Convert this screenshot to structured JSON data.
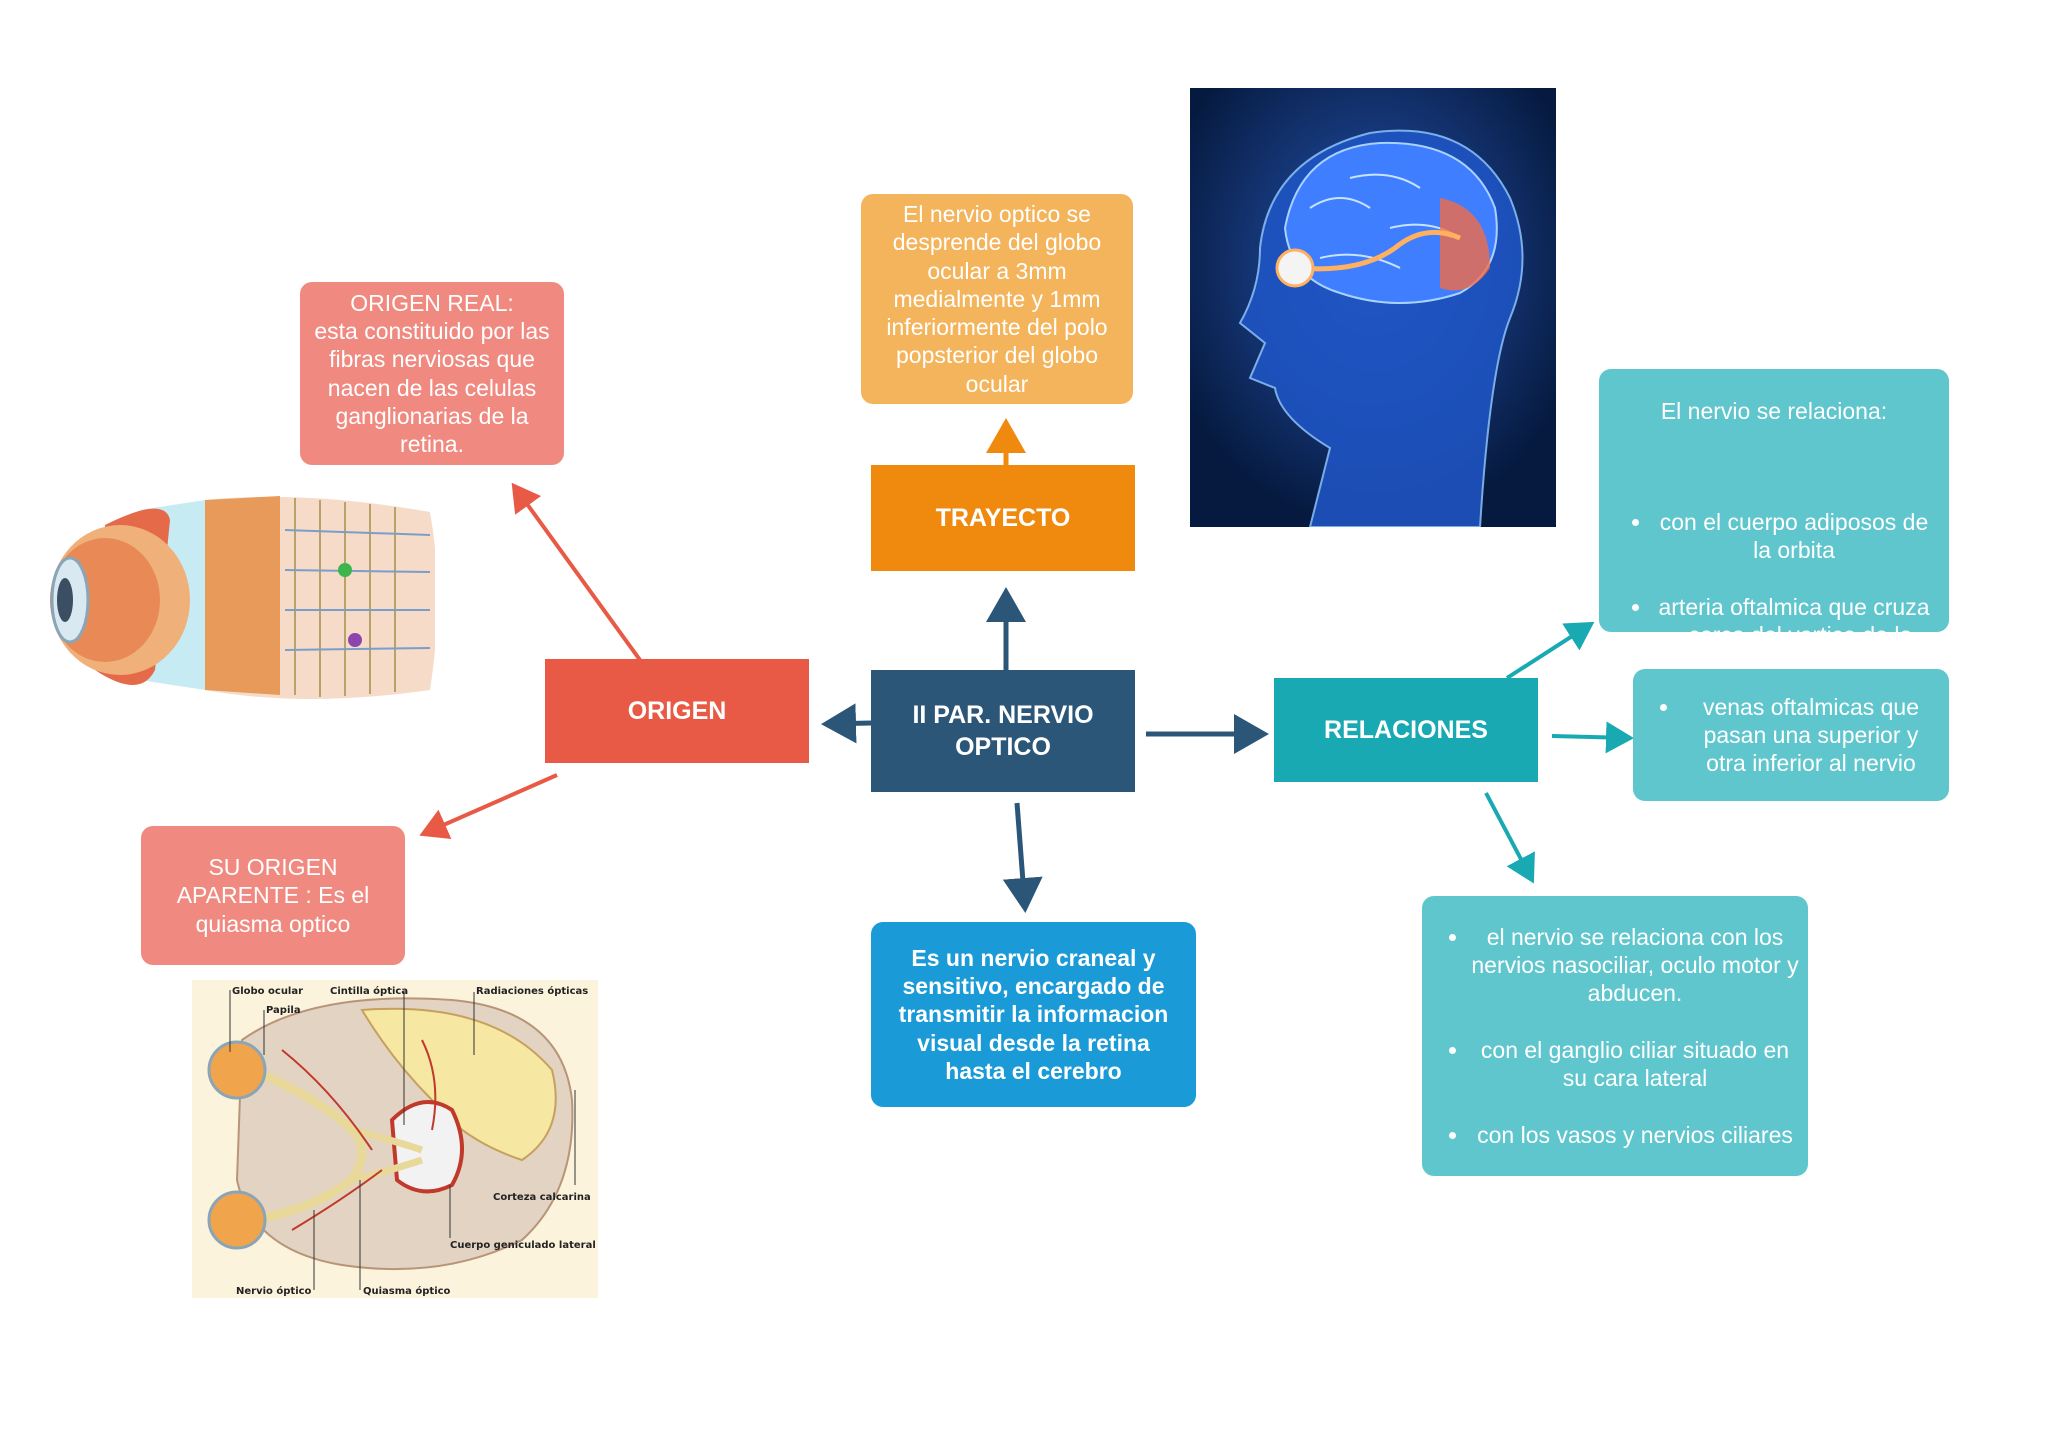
{
  "colors": {
    "central": "#2c5678",
    "origen": "#e85a45",
    "origen_light": "#f08a80",
    "trayecto": "#ef8a0e",
    "trayecto_light": "#f4b45c",
    "relaciones": "#18a9b3",
    "relaciones_light": "#5fc6cd",
    "description": "#1a9ad6"
  },
  "central": {
    "label": "II PAR. NERVIO OPTICO"
  },
  "origen": {
    "label": "ORIGEN",
    "real": {
      "text": "ORIGEN REAL:\nesta constituido por las fibras nerviosas que nacen de las celulas ganglionarias de la retina."
    },
    "aparente": {
      "text": "SU ORIGEN APARENTE : Es el quiasma optico"
    }
  },
  "trayecto": {
    "label": "TRAYECTO",
    "text": "El nervio optico se desprende del globo ocular a 3mm medialmente y 1mm inferiormente del polo popsterior del globo ocular"
  },
  "description": {
    "text": "Es un nervio craneal y sensitivo, encargado de transmitir la informacion visual desde la retina hasta el cerebro"
  },
  "relaciones": {
    "label": "RELACIONES",
    "box1": {
      "lead": "El nervio se relaciona:",
      "items": [
        "con el cuerpo adiposos de la orbita",
        "arteria oftalmica  que cruza , cerca del vertice de la orbita, primero su cara lateral y despues su cara posterior."
      ]
    },
    "box2": {
      "items": [
        "venas oftalmicas que pasan una superior y otra inferior al nervio"
      ]
    },
    "box3": {
      "items": [
        "el nervio se relaciona con los nervios nasociliar, oculo motor y abducen.",
        "con el ganglio ciliar situado en su cara lateral",
        "con los vasos y nervios ciliares"
      ]
    }
  },
  "anatomy": {
    "labels": {
      "globo_ocular": "Globo ocular",
      "papila": "Papila",
      "cintilla": "Cintilla óptica",
      "radiaciones": "Radiaciones ópticas",
      "corteza": "Corteza calcarina",
      "cuerpo": "Cuerpo geniculado lateral",
      "nervio": "Nervio óptico",
      "quiasma": "Quiasma óptico"
    }
  },
  "icons": {
    "eye_retina": "eye-retina-illustration-icon",
    "head_brain": "head-brain-illustration-icon",
    "visual_pathway": "visual-pathway-diagram-icon"
  }
}
